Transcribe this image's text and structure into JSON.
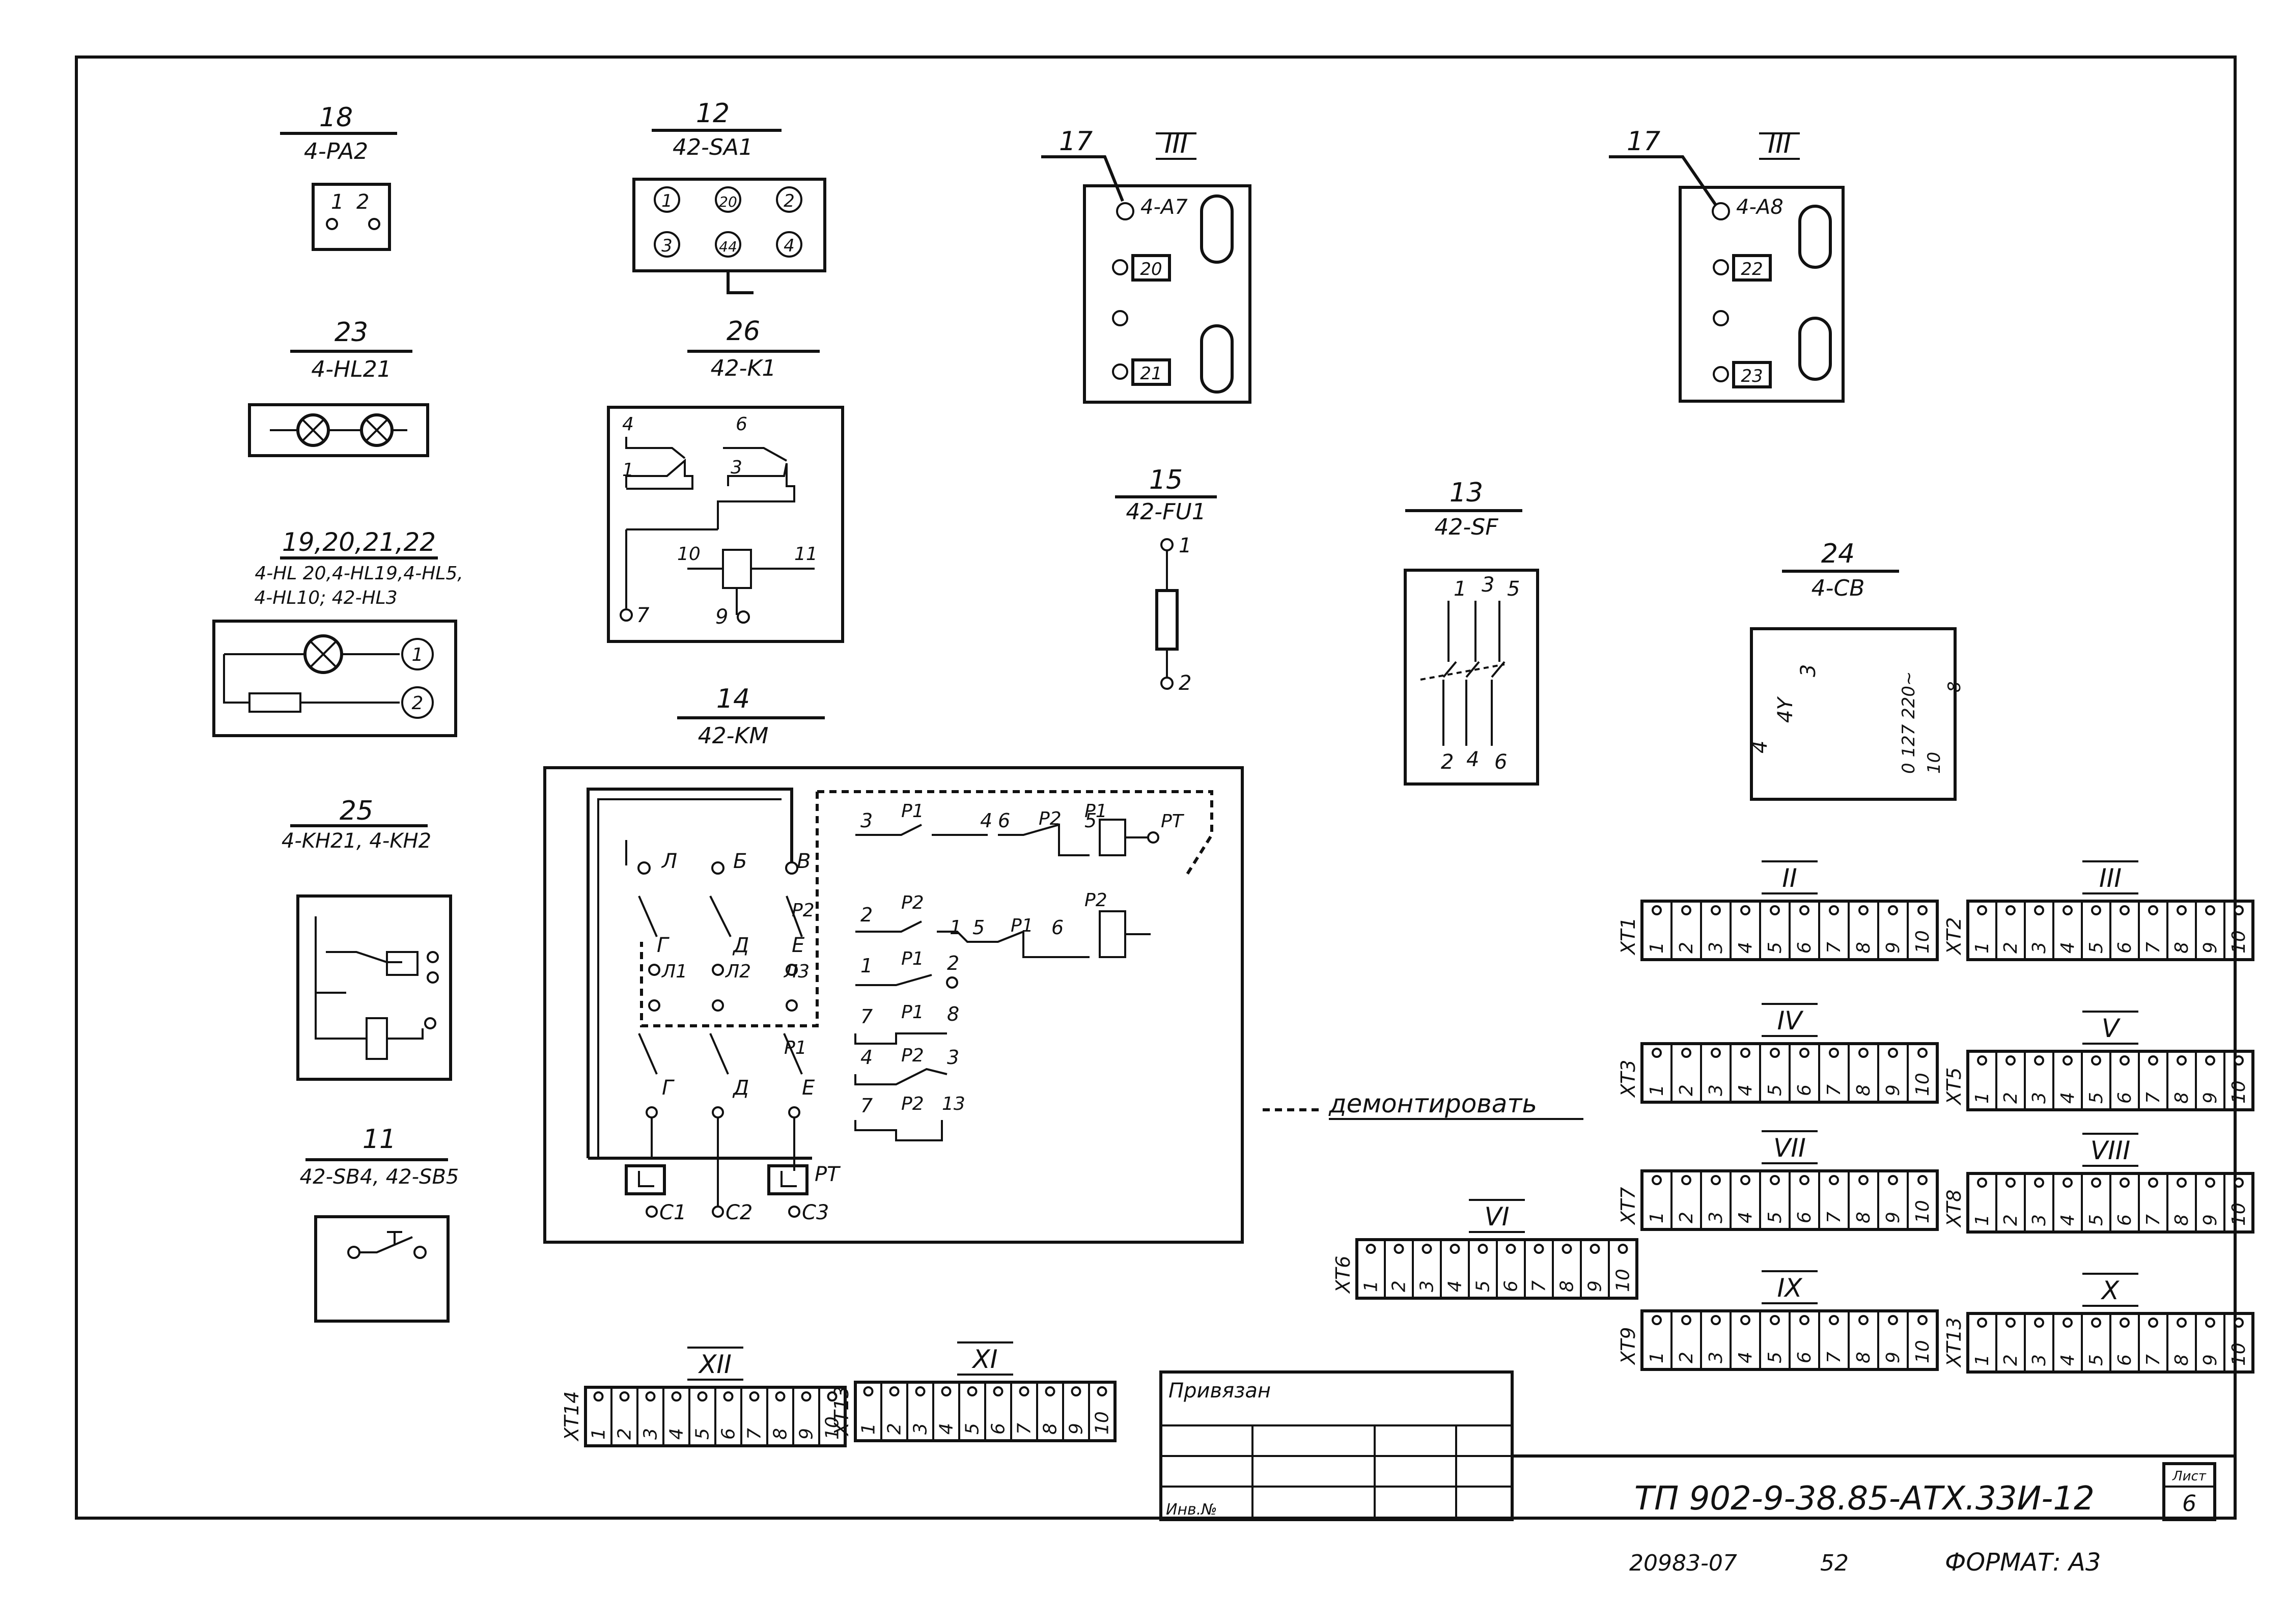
{
  "labels": {
    "pa2": {
      "num": "18",
      "code": "4-PA2",
      "c1": "1",
      "c2": "2"
    },
    "sa1": {
      "num": "12",
      "code": "42-SA1",
      "t1": "1",
      "t2": "2",
      "t3": "20",
      "t4": "3",
      "t5": "4",
      "t6": "44"
    },
    "a7": {
      "lead": "17",
      "roman": "III",
      "code": "4-A7",
      "n1": "20",
      "n2": "21"
    },
    "a8": {
      "lead": "17",
      "roman": "III",
      "code": "4-A8",
      "n1": "22",
      "n2": "23"
    },
    "hl21": {
      "num": "23",
      "code": "4-HL21"
    },
    "k1": {
      "num": "26",
      "code": "42-K1",
      "p1": "4",
      "p2": "1",
      "p3": "6",
      "p4": "3",
      "p5": "10",
      "p6": "11",
      "p7": "7",
      "p8": "9"
    },
    "lamps": {
      "num": "19,20,21,22",
      "codes1": "4-HL 20,4-HL19,4-HL5,",
      "codes2": "4-HL10; 42-HL3",
      "t1": "1",
      "t2": "2"
    },
    "fu1": {
      "num": "15",
      "code": "42-FU1",
      "p1": "1",
      "p2": "2"
    },
    "sf": {
      "num": "13",
      "code": "42-SF",
      "p1": "1",
      "p2": "3",
      "p3": "5",
      "p4": "2",
      "p5": "4",
      "p6": "6"
    },
    "cb": {
      "num": "24",
      "code": "4-CB",
      "a": "4",
      "b": "4Y",
      "c": "3",
      "d": "0 127 220~",
      "e": "10",
      "f": "8"
    },
    "km": {
      "num": "14",
      "code": "42-KM"
    },
    "kh": {
      "num": "25",
      "code": "4-KH21, 4-KH2"
    },
    "sb": {
      "num": "11",
      "code": "42-SB4, 42-SB5"
    },
    "dismantle": "демонтировать"
  },
  "km_labels": {
    "L": "Л",
    "B": "Б",
    "V": "В",
    "G": "Г",
    "D": "Д",
    "E": "Е",
    "L1": "Л1",
    "L2": "Л2",
    "L3": "Л3",
    "P1": "Р1",
    "P2": "Р2",
    "PT": "РТ",
    "C1": "С1",
    "C2": "С2",
    "C3": "С3",
    "r1a": "3",
    "r1b": "4",
    "r1c": "6",
    "r1d": "5",
    "r2a": "2",
    "r2b": "1",
    "r2c": "5",
    "r2d": "6",
    "r3a": "1",
    "r3b": "2",
    "r4a": "7",
    "r4b": "8",
    "r5a": "4",
    "r5b": "3",
    "r6a": "7",
    "r6b": "13"
  },
  "terminal_strips": [
    {
      "id": "XT1",
      "roman": "II",
      "cells": [
        "1",
        "2",
        "3",
        "4",
        "5",
        "6",
        "7",
        "8",
        "9",
        "10"
      ]
    },
    {
      "id": "XT2",
      "roman": "III",
      "cells": [
        "1",
        "2",
        "3",
        "4",
        "5",
        "6",
        "7",
        "8",
        "9",
        "10"
      ]
    },
    {
      "id": "XT3",
      "roman": "IV",
      "cells": [
        "1",
        "2",
        "3",
        "4",
        "5",
        "6",
        "7",
        "8",
        "9",
        "10"
      ]
    },
    {
      "id": "XT5",
      "roman": "V",
      "cells": [
        "1",
        "2",
        "3",
        "4",
        "5",
        "6",
        "7",
        "8",
        "9",
        "10"
      ]
    },
    {
      "id": "XT7",
      "roman": "VII",
      "cells": [
        "1",
        "2",
        "3",
        "4",
        "5",
        "6",
        "7",
        "8",
        "9",
        "10"
      ]
    },
    {
      "id": "XT8",
      "roman": "VIII",
      "cells": [
        "1",
        "2",
        "3",
        "4",
        "5",
        "6",
        "7",
        "8",
        "9",
        "10"
      ]
    },
    {
      "id": "XT6",
      "roman": "VI",
      "cells": [
        "1",
        "2",
        "3",
        "4",
        "5",
        "6",
        "7",
        "8",
        "9",
        "10"
      ]
    },
    {
      "id": "XT9",
      "roman": "IX",
      "cells": [
        "1",
        "2",
        "3",
        "4",
        "5",
        "6",
        "7",
        "8",
        "9",
        "10"
      ]
    },
    {
      "id": "XT13",
      "roman": "X",
      "cells": [
        "1",
        "2",
        "3",
        "4",
        "5",
        "6",
        "7",
        "8",
        "9",
        "10"
      ]
    },
    {
      "id": "XT14",
      "roman": "XII",
      "cells": [
        "1",
        "2",
        "3",
        "4",
        "5",
        "6",
        "7",
        "8",
        "9",
        "10"
      ]
    },
    {
      "id": "XT13",
      "roman": "XI",
      "cells": [
        "1",
        "2",
        "3",
        "4",
        "5",
        "6",
        "7",
        "8",
        "9",
        "10"
      ]
    }
  ],
  "title_block": {
    "linked": "Привязан",
    "inv": "Инв.№",
    "doc_code": "ТП 902-9-38.85-АТХ.33И-12",
    "sheet_label": "Лист",
    "sheet_num": "6",
    "archive": "20983-07",
    "page": "52",
    "format": "ФОРМАТ: А3"
  }
}
